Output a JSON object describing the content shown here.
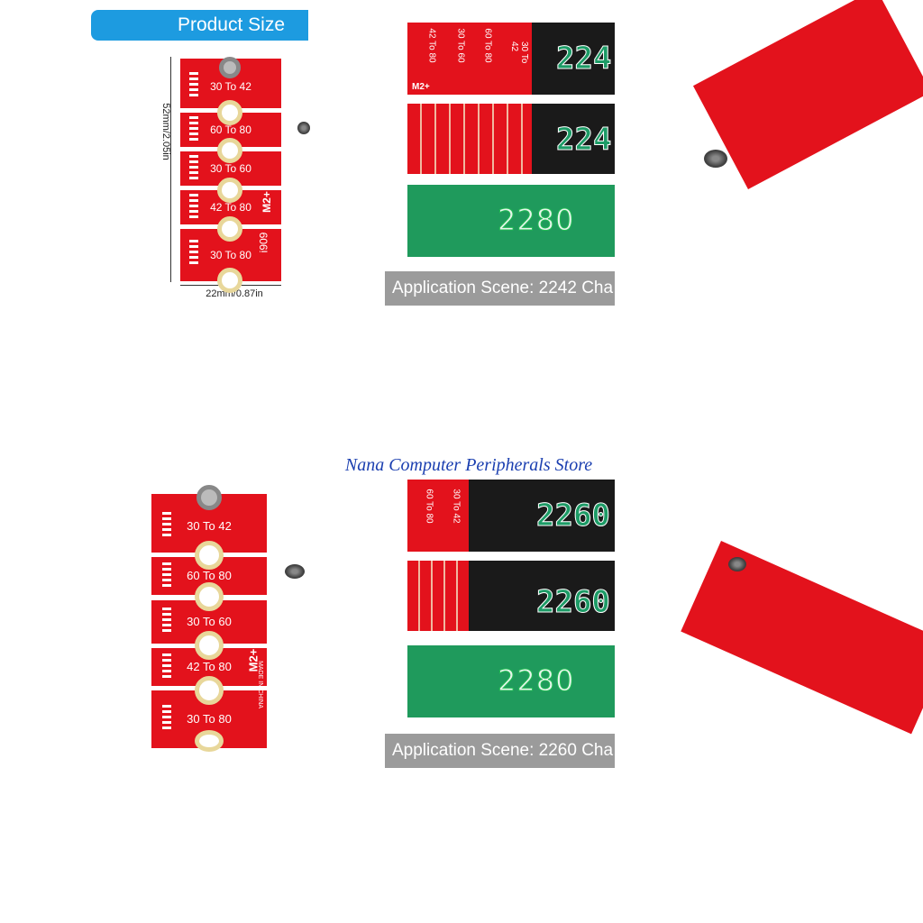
{
  "header": {
    "title": "Product Size"
  },
  "dimensions": {
    "height": "52mm/2.05in",
    "width": "22mm/0.87in"
  },
  "pcb_labels": [
    "30 To 42",
    "60 To 80",
    "30 To 60",
    "42 To 80",
    "30 To 80"
  ],
  "pcb_marks": {
    "brand": "M2+",
    "made": "MADE IN CHINA",
    "code": "i909"
  },
  "top_panel": {
    "tab_labels": [
      "42 To 80",
      "30 To 60",
      "60 To 80",
      "30 To 42"
    ],
    "tag": "M2+",
    "num_a": "224",
    "num_b": "224",
    "num_c": "2280",
    "caption": "Application Scene: 2242 Cha"
  },
  "store": "Nana Computer Peripherals Store",
  "bottom_panel": {
    "tab_labels": [
      "60 To 80",
      "30 To 42"
    ],
    "num_a": "2260",
    "num_b": "2260",
    "num_c": "2280",
    "caption": "Application Scene: 2260 Cha"
  },
  "colors": {
    "pcb_red": "#e3121c",
    "pill_blue": "#1d9be0",
    "ssd_green": "#1f9a5c"
  }
}
